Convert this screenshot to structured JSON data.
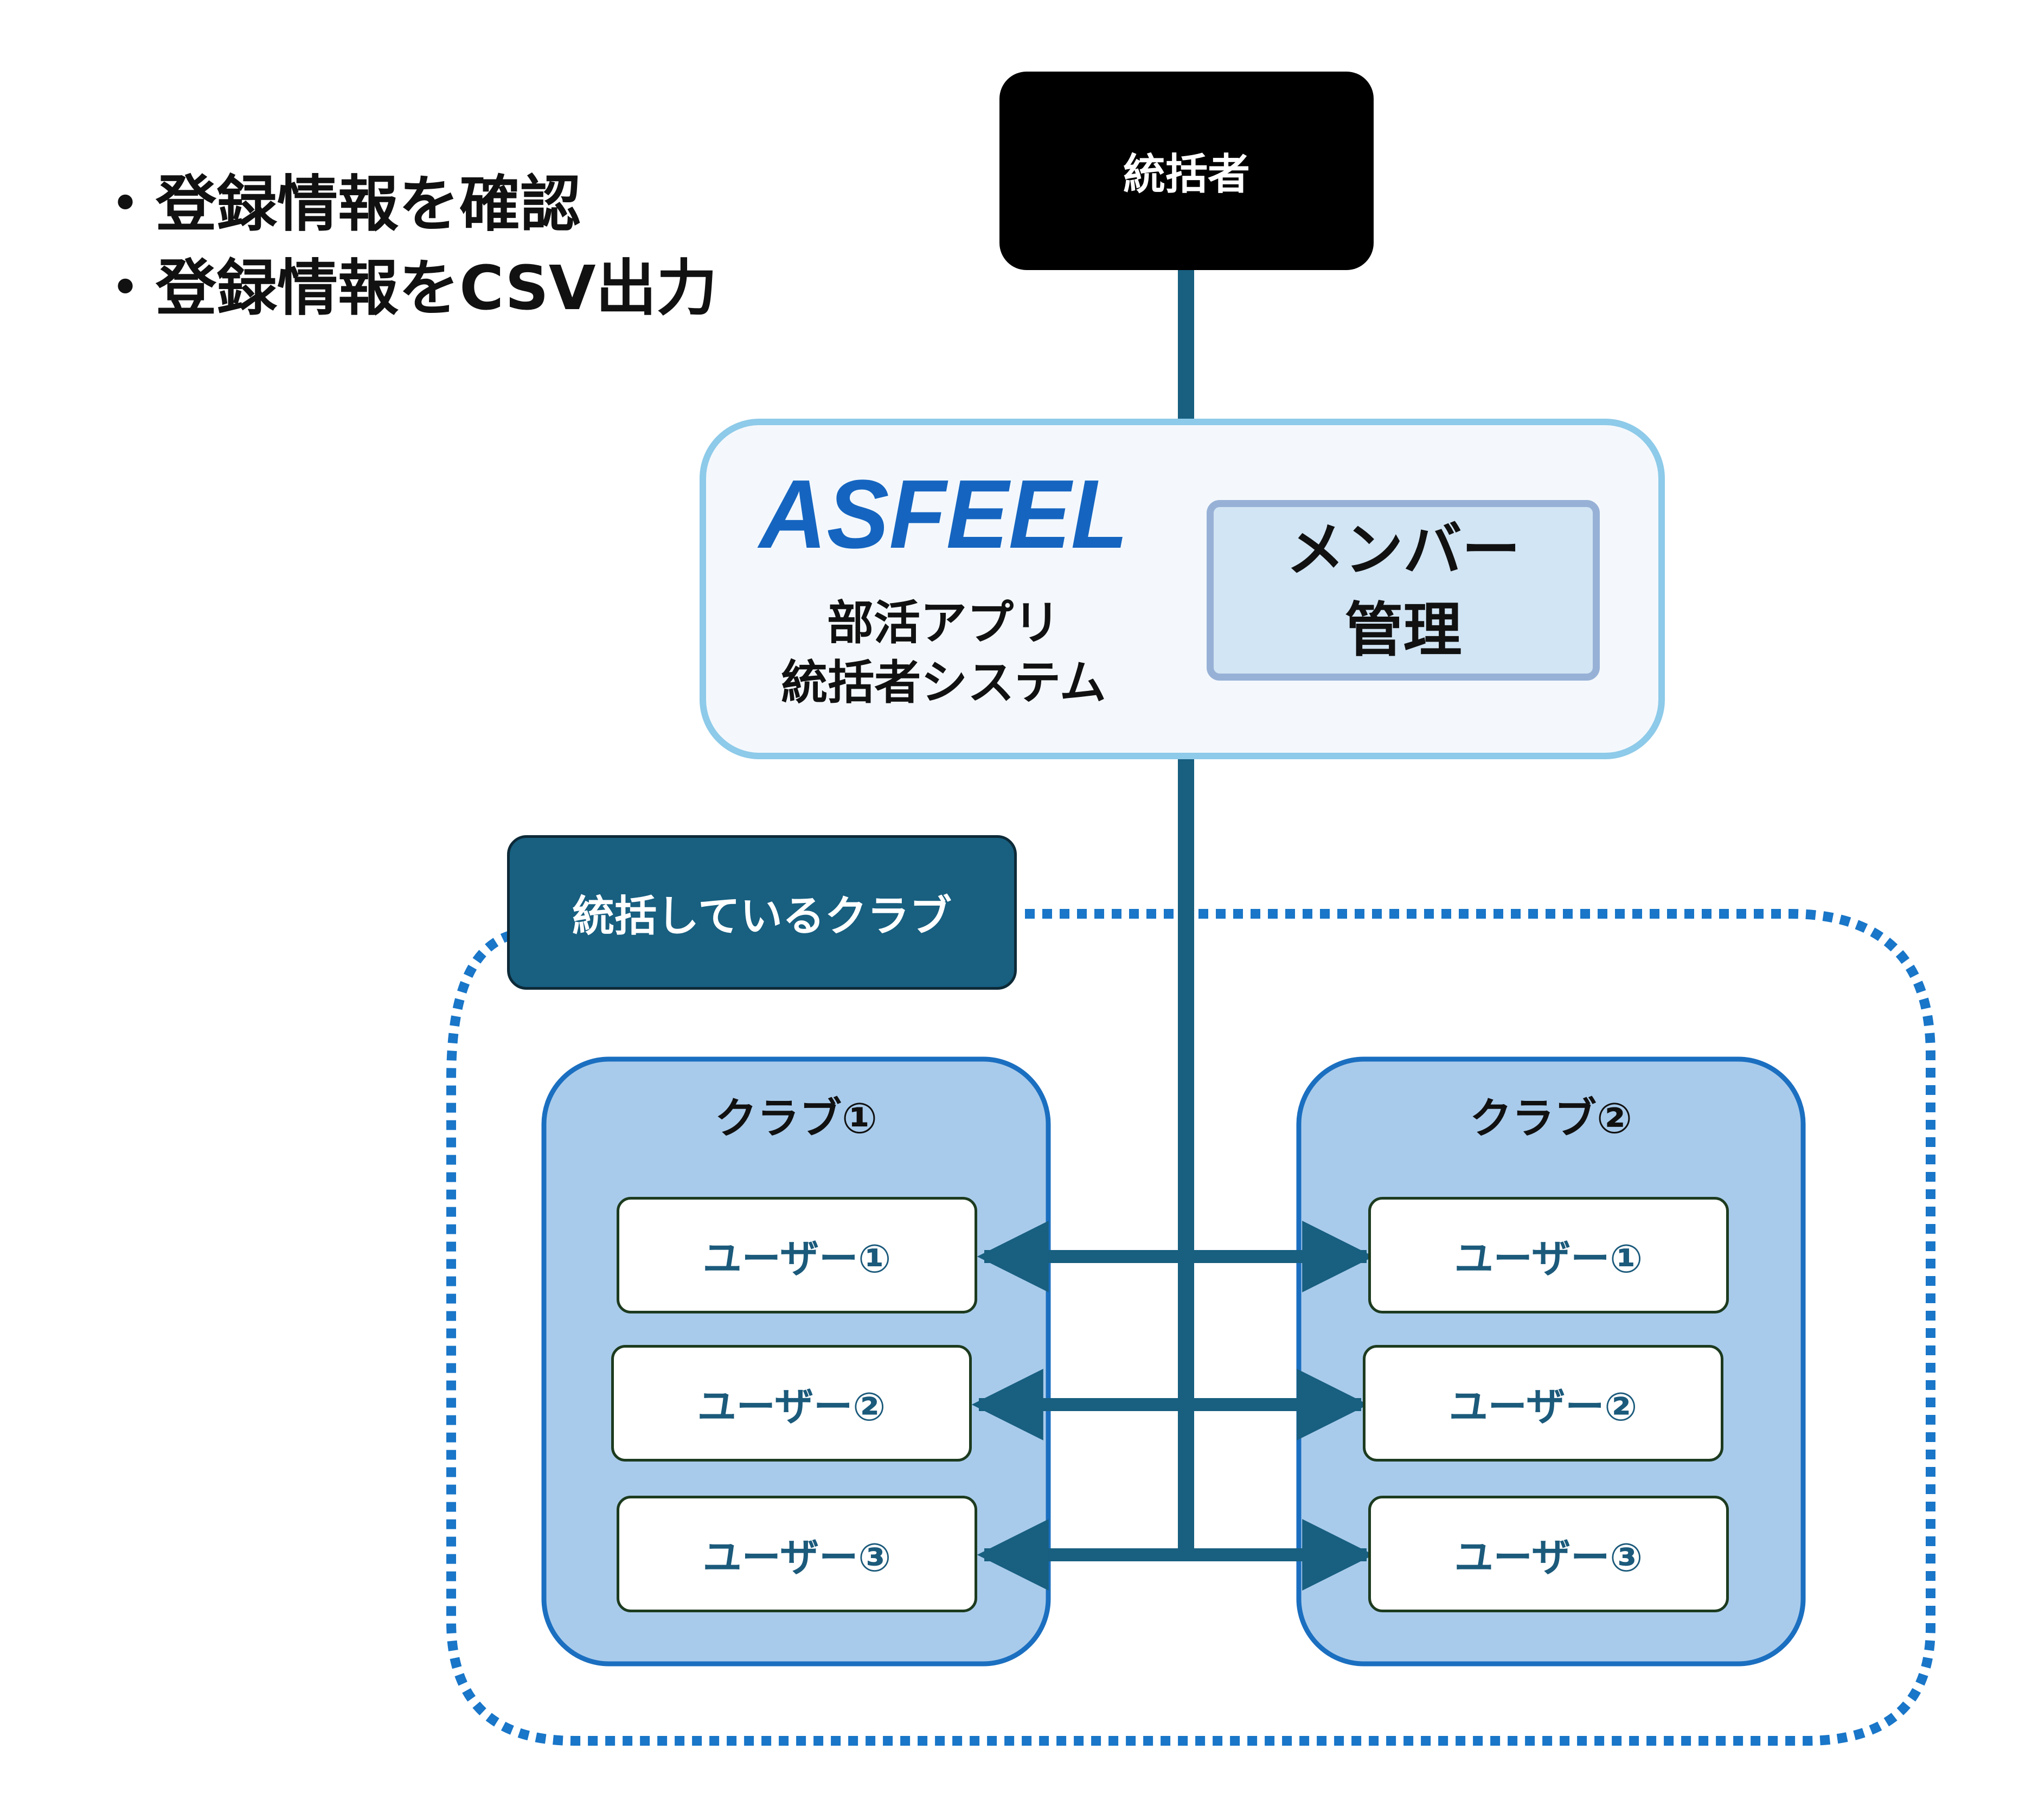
{
  "bullets": [
    "・登録情報を確認",
    "・登録情報をCSV出力"
  ],
  "top_node": {
    "label": "統括者"
  },
  "system": {
    "logo_text": "ASFEEL",
    "title_line1": "部活アプリ",
    "title_line2": "統括者システム",
    "feature_line1": "メンバー",
    "feature_line2": "管理"
  },
  "group": {
    "label": "統括しているクラブ"
  },
  "clubs": [
    {
      "name": "クラブ①",
      "users": [
        "ユーザー①",
        "ユーザー②",
        "ユーザー③"
      ]
    },
    {
      "name": "クラブ②",
      "users": [
        "ユーザー①",
        "ユーザー②",
        "ユーザー③"
      ]
    }
  ],
  "colors": {
    "top_node_fill": "#000000",
    "connector": "#185f80",
    "system_border": "#8ecae9",
    "feature_fill": "#d2e5f4",
    "feature_border": "#97b1d6",
    "group_tag_fill": "#185f80",
    "group_dotted_border": "#1976c8",
    "club_fill": "#a9cbeb",
    "club_border": "#1b6fc0",
    "user_text": "#1b5a7b",
    "logo": "#1565c0"
  }
}
